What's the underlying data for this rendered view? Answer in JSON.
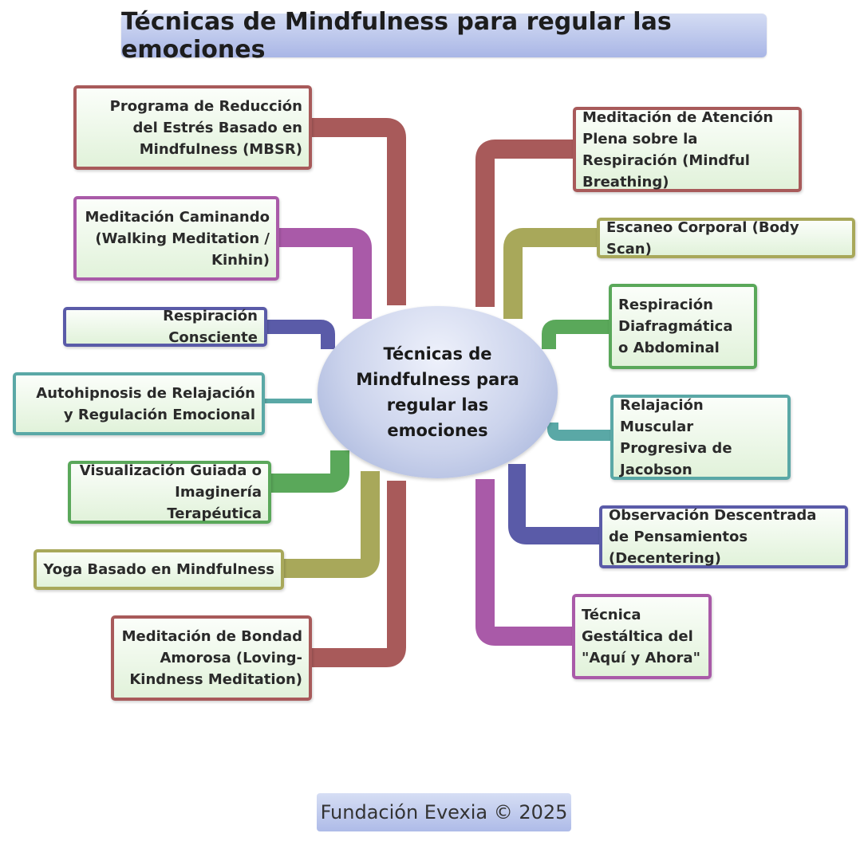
{
  "title": "Técnicas de Mindfulness para regular las emociones",
  "center": "Técnicas de Mindfulness para regular las emociones",
  "footer": "Fundación Evexia © 2025",
  "colors": {
    "red": "#a85a5a",
    "purple": "#a95aa8",
    "navy": "#5a5ba8",
    "teal": "#5aa8a6",
    "green": "#5aa85a",
    "olive": "#a8a85a"
  },
  "nodes_left": [
    {
      "label": "Programa de Reducción del Estrés Basado en Mindfulness (MBSR)",
      "color": "red"
    },
    {
      "label": "Meditación Caminando (Walking Meditation / Kinhin)",
      "color": "purple"
    },
    {
      "label": "Respiración Consciente",
      "color": "navy"
    },
    {
      "label": "Autohipnosis de Relajación y Regulación Emocional",
      "color": "teal"
    },
    {
      "label": "Visualización Guiada o Imaginería Terapéutica",
      "color": "green"
    },
    {
      "label": "Yoga Basado en Mindfulness",
      "color": "olive"
    },
    {
      "label": "Meditación de Bondad Amorosa (Loving-Kindness Meditation)",
      "color": "red"
    }
  ],
  "nodes_right": [
    {
      "label": "Meditación de Atención Plena sobre la Respiración (Mindful Breathing)",
      "color": "red"
    },
    {
      "label": "Escaneo Corporal (Body Scan)",
      "color": "olive"
    },
    {
      "label": "Respiración Diafragmática o Abdominal",
      "color": "green"
    },
    {
      "label": "Relajación Muscular Progresiva de Jacobson",
      "color": "teal"
    },
    {
      "label": "Observación Descentrada de Pensamientos (Decentering)",
      "color": "navy"
    },
    {
      "label": "Técnica Gestáltica del \"Aquí y Ahora\"",
      "color": "purple"
    }
  ]
}
